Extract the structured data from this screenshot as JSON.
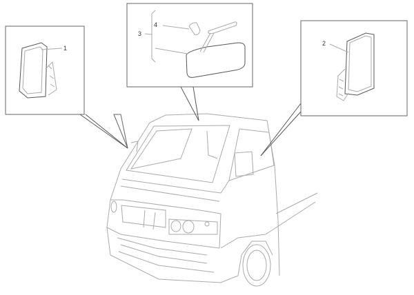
{
  "diagram": {
    "callouts": [
      {
        "number": "1",
        "part": "left-exterior-mirror"
      },
      {
        "number": "2",
        "part": "right-exterior-mirror"
      },
      {
        "number": "3",
        "part": "interior-mirror-assembly"
      },
      {
        "number": "4",
        "part": "interior-mirror-cover"
      }
    ]
  }
}
